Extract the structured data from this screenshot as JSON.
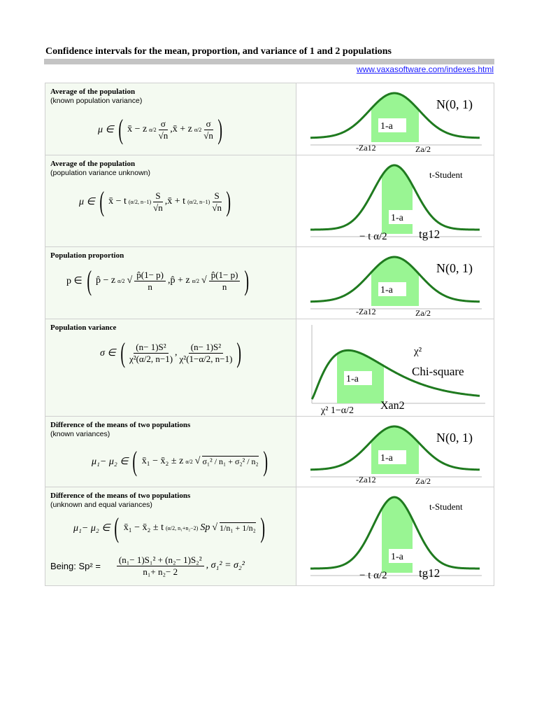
{
  "header": {
    "title": "Confidence intervals for the mean, proportion, and variance of 1 and 2 populations",
    "link": "www.vaxasoftware.com/indexes.html"
  },
  "colors": {
    "fill": "#99f593",
    "curve": "#1f7a1f",
    "link": "#1a1aff",
    "cell_bg": "#f4faf1",
    "rule": "#c4c4c4"
  },
  "rows": [
    {
      "heading": "Average of the population",
      "sub": "(known population variance)",
      "formula": {
        "lhs": "μ ∈",
        "a": "x̄ − z",
        "asub": "α/2",
        "num": "σ",
        "den": "√n",
        "b": ",x̄ + z",
        "bsub": "α/2"
      },
      "chart": {
        "type": "normal",
        "area": "1-a",
        "left": "-Za12",
        "right": "Za/2",
        "name": "N(0, 1)"
      }
    },
    {
      "heading": "Average of the population",
      "sub": "(population variance unknown)",
      "formula": {
        "lhs": "μ ∈",
        "a": "x̄ − t",
        "asub": "(α/2, n−1)",
        "num": "S",
        "den": "√n",
        "b": ",x̄ + t",
        "bsub": "(α/2, n−1)"
      },
      "chart": {
        "type": "t",
        "area": "1-a",
        "left": "− t α/2",
        "right": "tg12",
        "name": "t-Student"
      }
    },
    {
      "heading": "Population proportion",
      "sub": "",
      "formula": {
        "lhs": "p ∈",
        "a": "p̂ − z",
        "asub": "α/2",
        "num": "p̂(1− p)",
        "den": "n",
        "b": ",p̂ + z",
        "bsub": "α/2"
      },
      "chart": {
        "type": "normal",
        "area": "1-a",
        "left": "-Za12",
        "right": "Za/2",
        "name": "N(0, 1)"
      }
    },
    {
      "heading": "Population variance",
      "sub": "",
      "formula": {
        "lhs": "σ ∈",
        "num1": "(n− 1)S²",
        "den1": "χ²(α/2, n−1)",
        "num2": "(n− 1)S²",
        "den2": "χ²(1−α/2, n−1)"
      },
      "chart": {
        "type": "chi",
        "area": "1-a",
        "left": "χ² 1−α/2",
        "right": "Xan2",
        "name": "Chi-square",
        "symbol": "χ²"
      }
    },
    {
      "heading": "Difference of the means of two populations",
      "sub": "(known variances)",
      "formula": {
        "lhs": "μ₁− μ₂ ∈",
        "a": "x̄₁ − x̄₂ ± z",
        "asub": "α/2",
        "num": "σ₁² / n₁ + σ₂² / n₂"
      },
      "chart": {
        "type": "normal",
        "area": "1-a",
        "left": "-Za12",
        "right": "Za/2",
        "name": "N(0, 1)"
      }
    },
    {
      "heading": "Difference of the means of two populations",
      "sub": "(unknown and equal variances)",
      "formula": {
        "lhs": "μ₁− μ₂ ∈",
        "a": "x̄₁ − x̄₂ ± t",
        "asub": "(α/2, n₁+n₂−2)",
        "sp": "Sp",
        "num": "1/n₁ + 1/n₂",
        "being": "Being: Sp² =",
        "bnum": "(n₁− 1)S₁² + (n₂− 1)S₂²",
        "bden": "n₁+ n₂− 2",
        "cond": ",   σ₁² = σ₂²"
      },
      "chart": {
        "type": "t",
        "area": "1-a",
        "left": "− t α/2",
        "right": "tg12",
        "name": "t-Student"
      }
    }
  ]
}
